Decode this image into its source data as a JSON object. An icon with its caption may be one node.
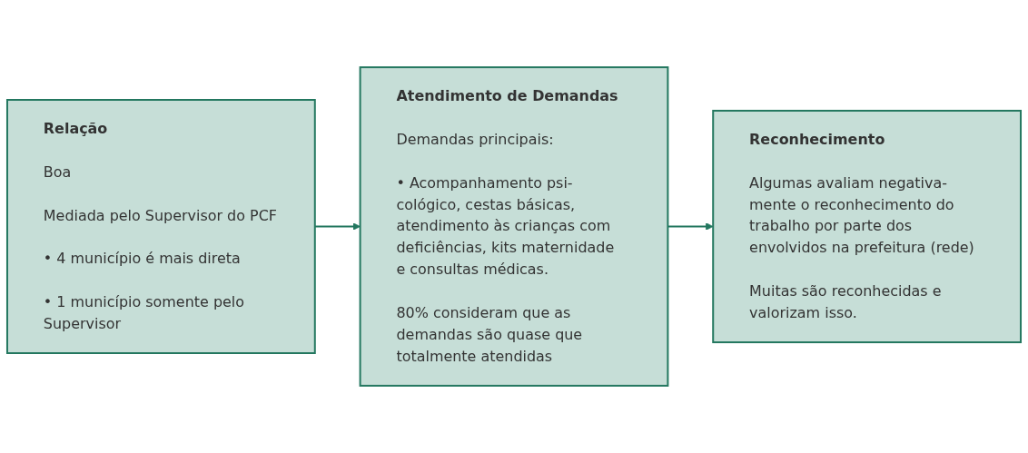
{
  "diagram": {
    "nodes": [
      {
        "text": [
          "Relação",
          "Boa",
          "Mediada pelo Supervisor do PCF",
          "• 4 município é mais direta",
          "• 1 município somente pelo Supervisor"
        ]
      },
      {
        "text": [
          "Atendimento de Demandas",
          "Demandas principais:",
          "• Acompanhamento psi- cológico, cestas básicas, atendimento às crianças com deficiências, kits maternidade e consultas médicas.",
          "80% consideram que as demandas são quase que totalmente atendidas"
        ]
      },
      {
        "text": [
          "Reconhecimento",
          "Algumas avaliam negativa- mente o reconhecimento do trabalho por parte dos envolvidos na prefeitura (rede)",
          "Muitas são reconhecidas e valorizam isso."
        ]
      }
    ],
    "edges": [
      {
        "from": 0,
        "to": 1,
        "arrow": "to"
      },
      {
        "from": 1,
        "to": 2,
        "arrow": "to"
      }
    ]
  }
}
